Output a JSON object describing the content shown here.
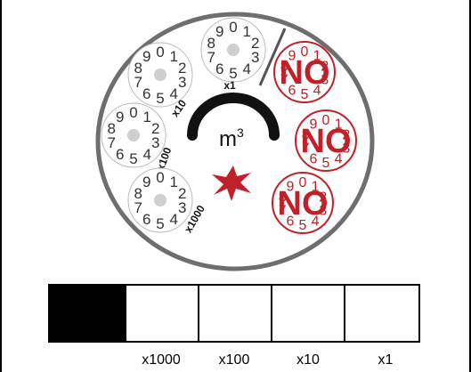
{
  "meter": {
    "unit": "m",
    "unit_exp": "3",
    "dials": [
      {
        "digits": [
          "9",
          "0",
          "1",
          "2",
          "3",
          "4",
          "5",
          "6",
          "7",
          "8"
        ],
        "label": "x1",
        "crossed": false
      },
      {
        "digits": [
          "9",
          "0",
          "1",
          "2",
          "3",
          "4",
          "5",
          "6",
          "7",
          "8"
        ],
        "label": "x10",
        "crossed": false
      },
      {
        "digits": [
          "9",
          "0",
          "1",
          "2",
          "3",
          "4",
          "5",
          "6",
          "7",
          "8"
        ],
        "label": "x100",
        "crossed": false
      },
      {
        "digits": [
          "9",
          "0",
          "1",
          "2",
          "3",
          "4",
          "5",
          "6",
          "7",
          "8"
        ],
        "label": "x1000",
        "crossed": false
      }
    ],
    "no_dials": [
      {
        "stamp": "NO",
        "digits": [
          "9",
          "0",
          "1",
          "2",
          "3",
          "4",
          "5",
          "6",
          "7",
          "8"
        ]
      },
      {
        "stamp": "NO",
        "digits": [
          "9",
          "0",
          "1",
          "2",
          "3",
          "4",
          "5",
          "6",
          "7",
          "8"
        ]
      },
      {
        "stamp": "NO",
        "digits": [
          "9",
          "0",
          "1",
          "2",
          "3",
          "4",
          "5",
          "6",
          "7",
          "8"
        ]
      }
    ],
    "colors": {
      "dial": "#5a5a5a",
      "no": "#c0202a",
      "star": "#c0202a",
      "frame": "#6e6e6e"
    }
  },
  "answer_boxes": {
    "labels": [
      "x1000",
      "x100",
      "x10",
      "x1"
    ]
  }
}
